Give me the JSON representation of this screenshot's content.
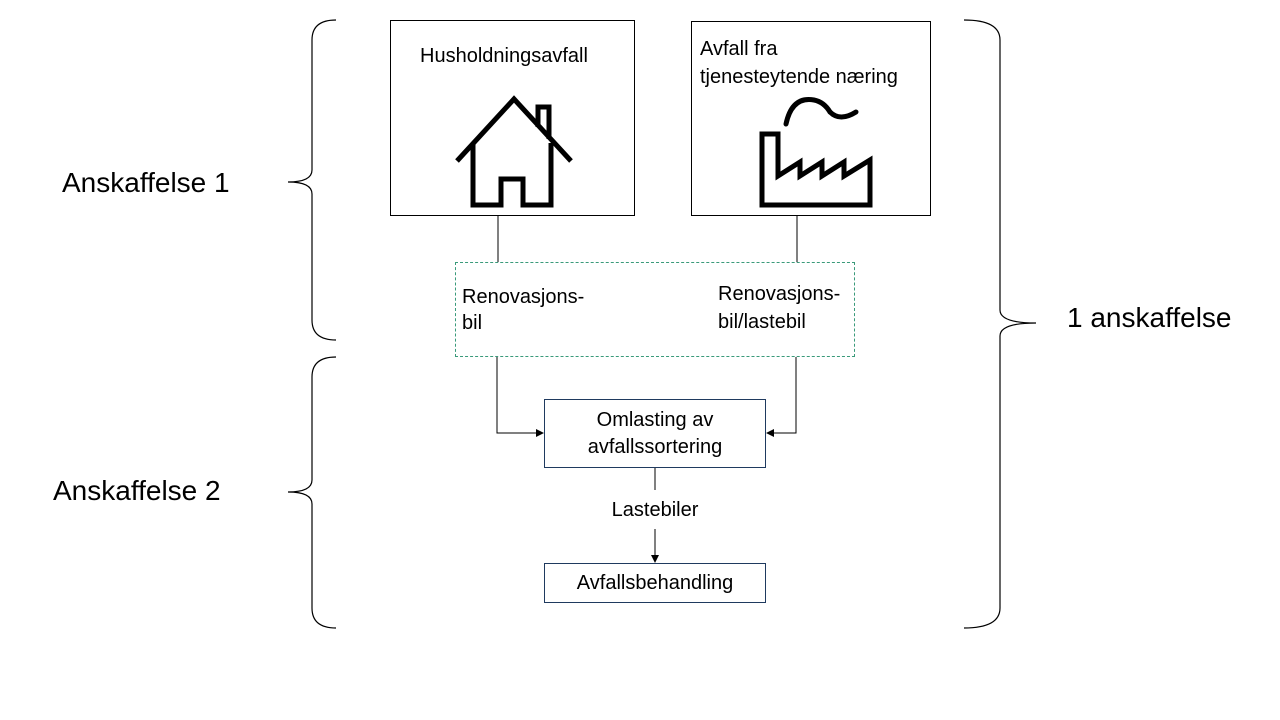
{
  "left_groups": {
    "group1_label": "Anskaffelse 1",
    "group2_label": "Anskaffelse 2"
  },
  "right_group": {
    "label": "1 anskaffelse"
  },
  "sources": {
    "household": {
      "label": "Husholdningsavfall",
      "icon": "house-icon"
    },
    "service": {
      "label_line1": "Avfall fra",
      "label_line2": "tjenesteytende næring",
      "icon": "factory-icon"
    }
  },
  "collection": {
    "left_line1": "Renovasjons-",
    "left_line2": "bil",
    "right_line1": "Renovasjons-",
    "right_line2": "bil/lastebil"
  },
  "transfer": {
    "line1": "Omlasting av",
    "line2": "avfallssortering"
  },
  "transport": {
    "label": "Lastebiler"
  },
  "treatment": {
    "label": "Avfallsbehandling"
  },
  "colors": {
    "box_border": "#000000",
    "process_border": "#1f3a5f",
    "dashed_border": "#3a9a7a",
    "line": "#000000"
  }
}
